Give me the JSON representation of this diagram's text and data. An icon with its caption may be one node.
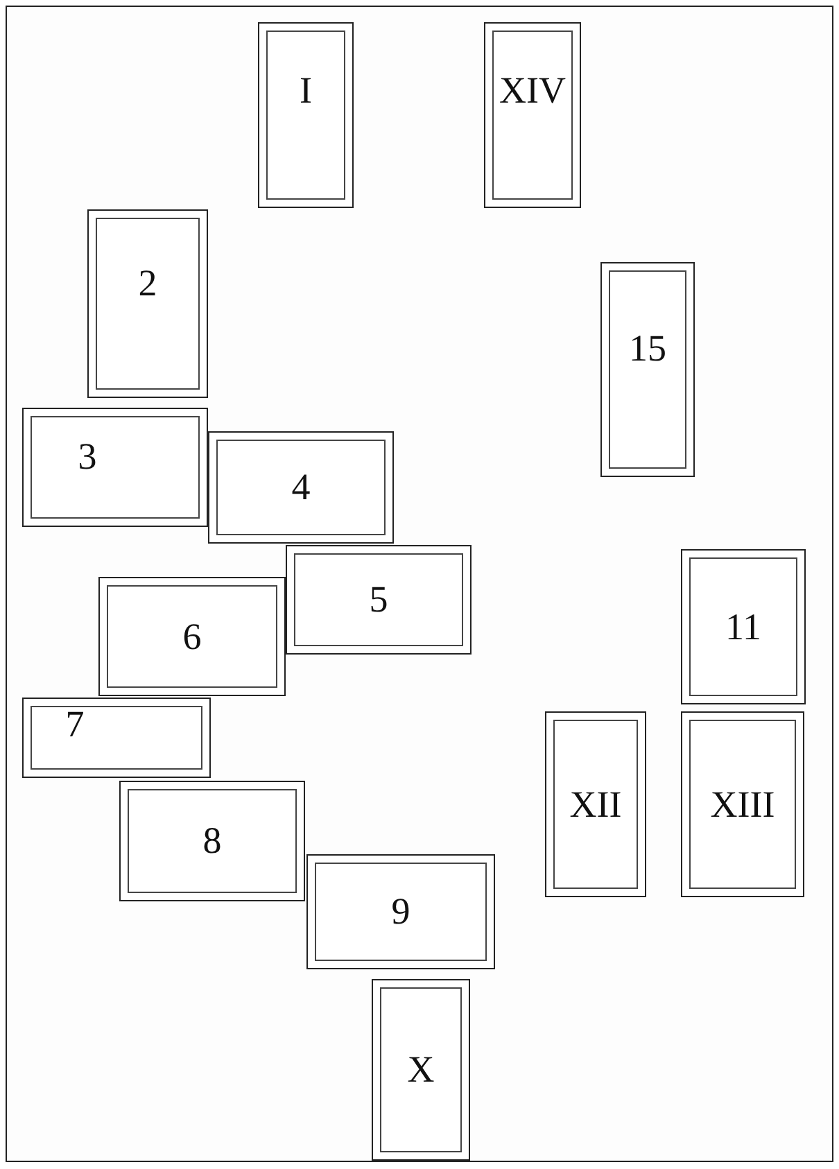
{
  "diagram": {
    "nodes": [
      {
        "text": [
          "I"
        ]
      },
      {
        "text": [
          "XIV"
        ]
      },
      {
        "text": [
          "2"
        ]
      },
      {
        "text": [
          "15"
        ]
      },
      {
        "text": [
          "3"
        ]
      },
      {
        "text": [
          "4"
        ]
      },
      {
        "text": [
          "5"
        ]
      },
      {
        "text": [
          "6"
        ]
      },
      {
        "text": [
          "11"
        ]
      },
      {
        "text": [
          "7"
        ]
      },
      {
        "text": [
          "XII"
        ]
      },
      {
        "text": [
          "XIII"
        ]
      },
      {
        "text": [
          "8"
        ]
      },
      {
        "text": [
          "9"
        ]
      },
      {
        "text": [
          "X"
        ]
      }
    ]
  }
}
